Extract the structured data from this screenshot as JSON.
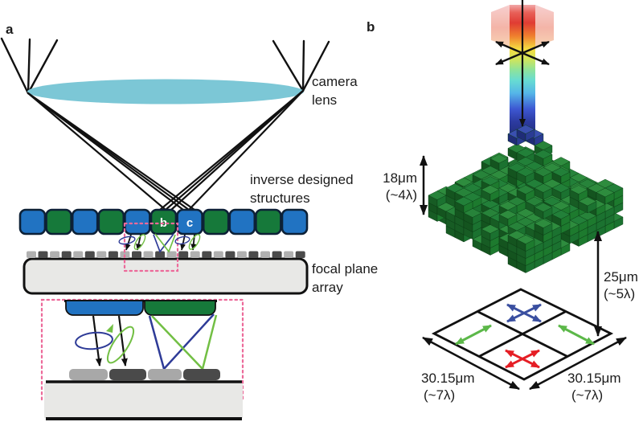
{
  "figure": {
    "type": "scientific-diagram",
    "description": "Inverse-designed structures on a focal plane array (a) and 3D voxel structure with polarization-sorting aperture (b)"
  },
  "panel_a": {
    "label": "a",
    "camera_lens_label": [
      "camera",
      "lens"
    ],
    "structures_label": [
      "inverse designed",
      "structures"
    ],
    "fpa_label": [
      "focal plane",
      "array"
    ],
    "structure_b_label": "b",
    "structure_c_label": "c",
    "structures_row": [
      "blue",
      "green",
      "blue",
      "green",
      "blue",
      "green",
      "blue",
      "green",
      "blue",
      "green",
      "blue"
    ]
  },
  "panel_b": {
    "label": "b",
    "structure_height": [
      "18μm",
      "(~4λ)"
    ],
    "focal_distance": [
      "25μm",
      "(~5λ)"
    ],
    "aperture_width_left": [
      "30.15μm",
      "(~7λ)"
    ],
    "aperture_width_right": [
      "30.15μm",
      "(~7λ)"
    ]
  },
  "colors": {
    "lens_cyan": "#7cc7d6",
    "structure_blue": "#2173c2",
    "structure_green": "#16793a",
    "structure_border": "#0d2137",
    "highlight_pink": "#ec6a9a",
    "fpa_fill": "#e8e8e6",
    "pixel_light": "#b0b0b0",
    "pixel_dark": "#4b4b4b",
    "inset_pixel_light": "#a8a8a8",
    "inset_pixel_dark": "#4a4a4a",
    "polarization_blue": "#2e3b97",
    "polarization_green": "#72bf44",
    "arrow_blue": "#3a4fa0",
    "arrow_red": "#e51e25",
    "arrow_green": "#5cb849",
    "voxel_tops": [
      "#2e8c3e",
      "#27833a",
      "#228039"
    ],
    "voxel_lefts": [
      "#14541f",
      "#175c24"
    ],
    "voxel_rights": [
      "#1d7a2e",
      "#1b7230"
    ]
  }
}
